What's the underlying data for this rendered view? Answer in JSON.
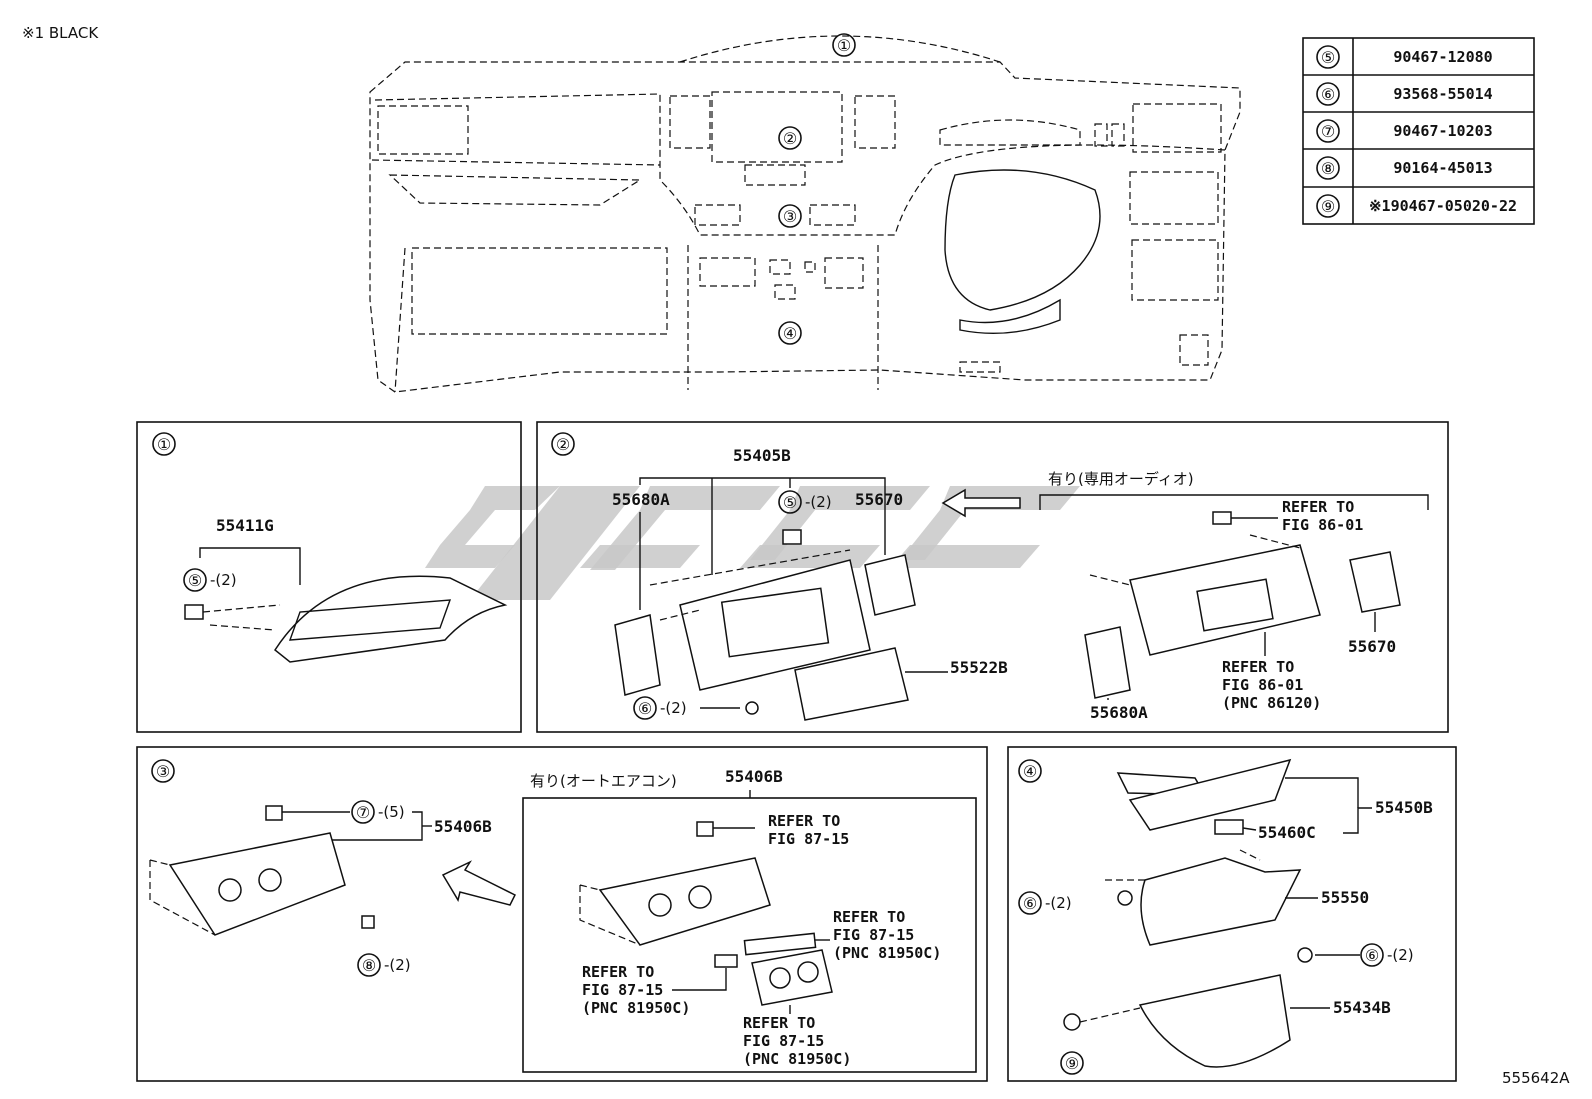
{
  "header_note": "※1 BLACK",
  "footer_code": "555642A",
  "callouts": [
    "①",
    "②",
    "③",
    "④",
    "⑤",
    "⑥",
    "⑦",
    "⑧",
    "⑨"
  ],
  "parts_table": [
    {
      "ref": "⑤",
      "part": "90467-12080"
    },
    {
      "ref": "⑥",
      "part": "93568-55014"
    },
    {
      "ref": "⑦",
      "part": "90467-10203"
    },
    {
      "ref": "⑧",
      "part": "90164-45013"
    },
    {
      "ref": "⑨",
      "part": "※190467-05020-22"
    }
  ],
  "panel1": {
    "id": "①",
    "label_part": "55411G",
    "qty": "-(2)"
  },
  "panel2": {
    "id": "②",
    "label_main": "55405B",
    "label_left_vent": "55680A",
    "label_right_vent": "55670",
    "label_cover": "55522B",
    "qty5": "-(2)",
    "qty6": "-(2)",
    "option_note": "有り(専用オーディオ)",
    "refer_a": "REFER TO",
    "refer_a2": "FIG 86-01",
    "refer_b1": "REFER TO",
    "refer_b2": "FIG 86-01",
    "refer_b3": "(PNC 86120)",
    "opt_right_vent": "55670",
    "opt_left_vent": "55680A"
  },
  "panel3": {
    "id": "③",
    "label_part": "55406B",
    "qty7": "-(5)",
    "qty8": "-(2)",
    "option_note": "有り(オートエアコン)",
    "opt_label": "55406B",
    "ref1": [
      "REFER TO",
      "FIG 87-15"
    ],
    "ref2": [
      "REFER TO",
      "FIG 87-15",
      "(PNC 81950C)"
    ],
    "ref3": [
      "REFER TO",
      "FIG 87-15",
      "(PNC 81950C)"
    ],
    "ref4": [
      "REFER TO",
      "FIG 87-15",
      "(PNC 81950C)"
    ]
  },
  "panel4": {
    "id": "④",
    "label_a": "55450B",
    "label_b": "55460C",
    "label_c": "55550",
    "label_d": "55434B",
    "qty6a": "-(2)",
    "qty6b": "-(2)"
  }
}
